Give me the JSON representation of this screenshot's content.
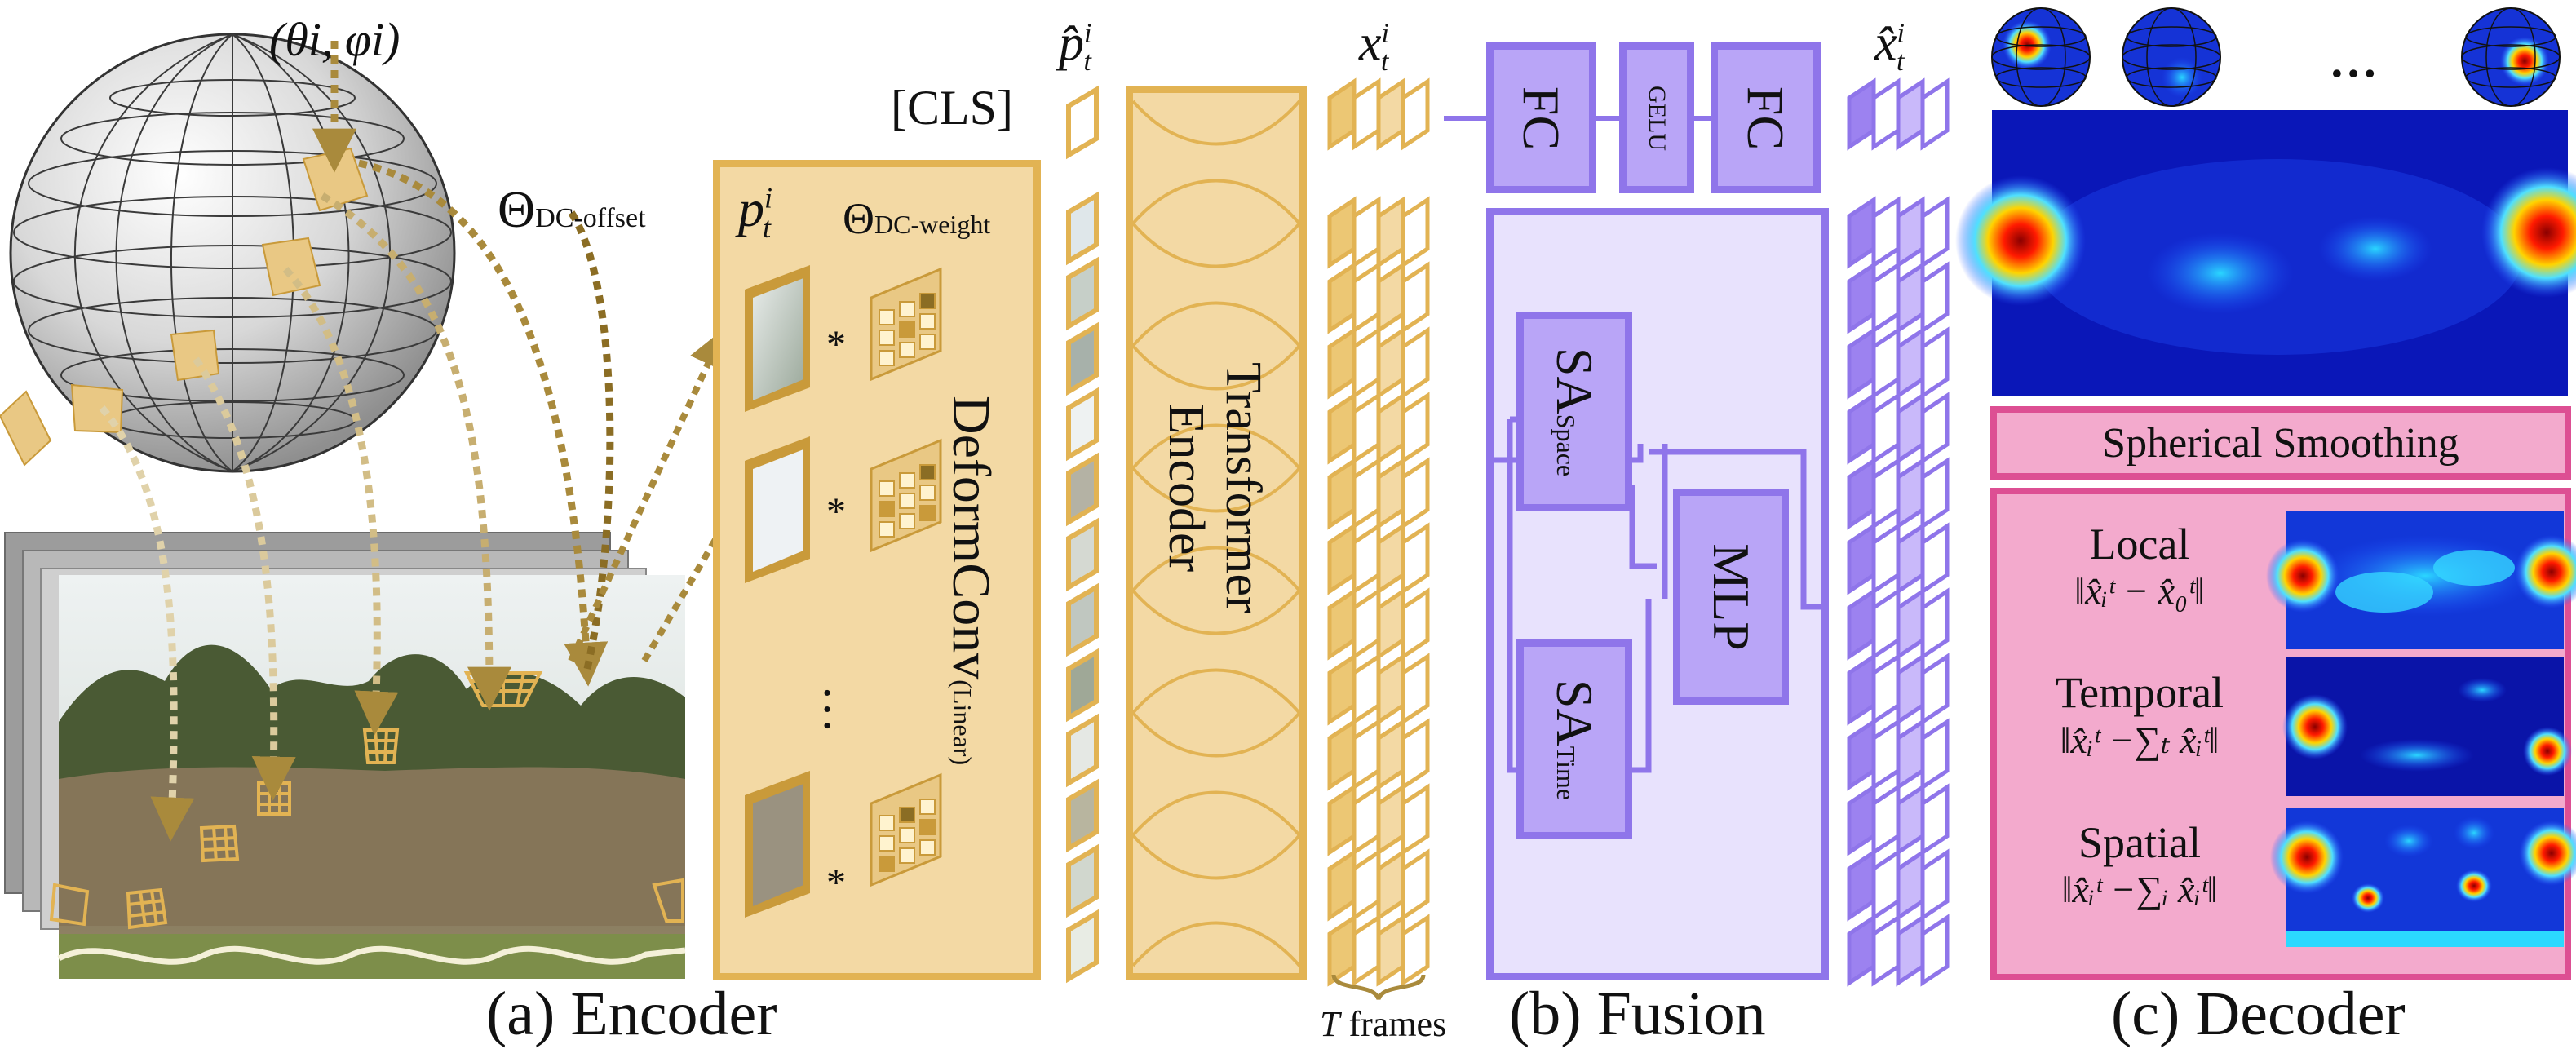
{
  "colors": {
    "gold": "#e2b353",
    "gold_fill": "#f3d9a4",
    "purple": "#8f75ea",
    "purple_fill": "#b9a5f7",
    "lavender_fill": "#e8e2fd",
    "pink": "#dd4f93",
    "pink_fill": "#f3aacd",
    "arrow_brown": "#a98a3c"
  },
  "encoder": {
    "sphere_coord": "(θ",
    "sphere_coord_full": "(θi, φi)",
    "theta_dc_offset": "Θ",
    "theta_dc_offset_sub": "DC-offset",
    "patch_label_base": "p",
    "patch_label_sup": "i",
    "patch_label_sub": "t",
    "theta_dc_weight": "Θ",
    "theta_dc_weight_sub": "DC-weight",
    "conv_op": "*",
    "ellipsis": "…",
    "deformconv_label": "DeformConv",
    "deformconv_sub": "(Linear)",
    "caption": "(a) Encoder"
  },
  "transformer": {
    "cls_label": "[CLS]",
    "p_hat_label": "p̂",
    "p_hat_sup": "i",
    "p_hat_sub": "t",
    "block_label_1": "Transformer",
    "block_label_2": "Encoder",
    "x_label": "x",
    "x_sup": "i",
    "x_sub": "t",
    "frames_var": "T",
    "frames_label": "frames"
  },
  "fusion": {
    "fc1": "FC",
    "gelu": "GELU",
    "fc2": "FC",
    "sa_space": "SA",
    "sa_space_sub": "Space",
    "mlp": "MLP",
    "sa_time": "SA",
    "sa_time_sub": "Time",
    "x_hat_label": "x̂",
    "x_hat_sup": "i",
    "x_hat_sub": "t",
    "caption": "(b) Fusion"
  },
  "decoder": {
    "ellipsis": "…",
    "spherical_smoothing": "Spherical Smoothing",
    "losses": [
      {
        "name": "Local",
        "formula": "‖x̂ᵢᵗ − x̂₀ᵗ‖"
      },
      {
        "name": "Temporal",
        "formula": "‖x̂ᵢᵗ −∑ₜ x̂ᵢᵗ‖"
      },
      {
        "name": "Spatial",
        "formula": "‖x̂ᵢᵗ −∑ᵢ x̂ᵢᵗ‖"
      }
    ],
    "caption": "(c) Decoder"
  }
}
